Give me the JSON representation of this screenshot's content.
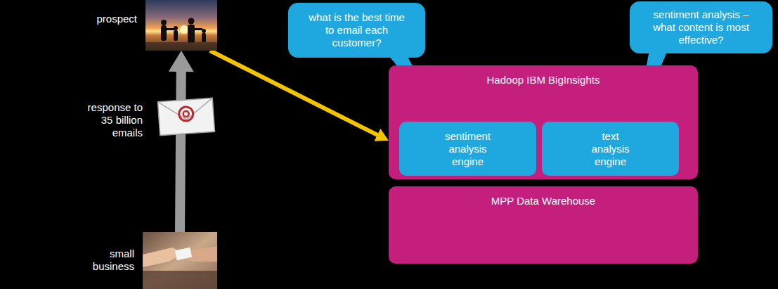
{
  "diagram": {
    "nodes": [
      {
        "text": [
          "prospect"
        ]
      },
      {
        "text": [
          "small business"
        ]
      },
      {
        "text": [
          "what is the best time to email each customer?"
        ]
      },
      {
        "text": [
          "sentiment analysis – what content is most effective?"
        ]
      },
      {
        "text": [
          "Hadoop IBM BigInsights"
        ]
      },
      {
        "text": [
          "sentiment analysis engine"
        ],
        "in": 4
      },
      {
        "text": [
          "text analysis engine"
        ],
        "in": 4
      },
      {
        "text": [
          "MPP Data Warehouse"
        ]
      }
    ],
    "edges": [
      {
        "from": 1,
        "to": 0,
        "arrow": "to",
        "label": "response to 35 billion emails"
      },
      {
        "from": 0,
        "to": 4,
        "arrow": "to"
      },
      {
        "from": 2,
        "to": 5,
        "arrow": "none"
      },
      {
        "from": 3,
        "to": 6,
        "arrow": "none"
      }
    ]
  }
}
